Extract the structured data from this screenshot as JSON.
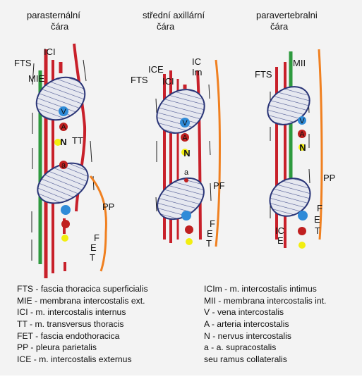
{
  "columns": [
    {
      "header": [
        "parasternální",
        "čára"
      ],
      "labels": [
        "ICI",
        "FTS",
        "MIE",
        "TT",
        "PP",
        "F",
        "E",
        "T"
      ],
      "nodes": [
        "V",
        "A",
        "N",
        "a"
      ]
    },
    {
      "header": [
        "střední axillární",
        "čára"
      ],
      "labels": [
        "IC",
        "Im",
        "ICE",
        "FTS",
        "ICI",
        "PF",
        "F",
        "E",
        "T"
      ],
      "nodes": [
        "V",
        "A",
        "N",
        "a"
      ]
    },
    {
      "header": [
        "paravertebralni",
        "čára"
      ],
      "labels": [
        "MII",
        "FTS",
        "PP",
        "F",
        "E",
        "T",
        "IC",
        "E"
      ],
      "nodes": [
        "V",
        "A",
        "N"
      ]
    }
  ],
  "legend": {
    "left": [
      "FTS - fascia thoracica superficialis",
      "MIE - membrana intercostalis ext.",
      "ICI - m. intercostalis internus",
      "TT - m. transversus thoracis",
      "FET - fascia endothoracica",
      "PP - pleura parietalis",
      "ICE - m. intercostalis externus"
    ],
    "right": [
      "ICIm - m. intercostalis intimus",
      "MII - membrana intercostalis int.",
      "V - vena intercostalis",
      "A - arteria intercostalis",
      "N - nervus intercostalis",
      "a - a. supracostalis",
      "seu ramus collateralis"
    ]
  },
  "colors": {
    "muscle": "#c8202a",
    "membrane": "#2e9a3e",
    "pleura": "#f08020",
    "rib_outline": "#2a3577",
    "vein": "#2f8bd8",
    "artery": "#c02020",
    "nerve": "#f2ee10",
    "fascia": "#222222"
  }
}
